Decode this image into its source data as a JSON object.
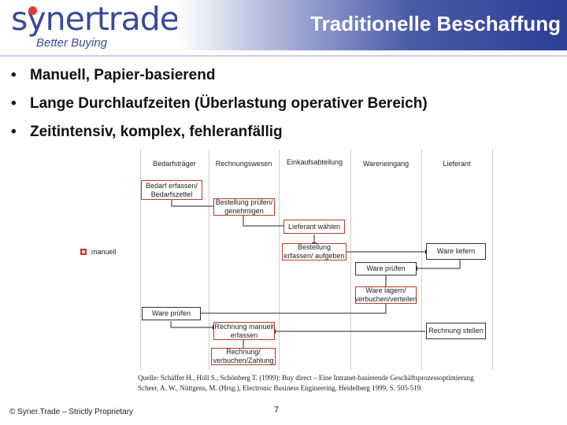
{
  "logo": {
    "name": "synertrade",
    "tagline": "Better Buying"
  },
  "title": "Traditionelle Beschaffung",
  "bullets": [
    "Manuell, Papier-basierend",
    "Lange Durchlaufzeiten (Überlastung operativer Bereich)",
    "Zeitintensiv, komplex, fehleranfällig"
  ],
  "diagram": {
    "columns": [
      "Bedarfsträger",
      "Rechnungswesen",
      "Einkaufsabteilung",
      "Wareneingang",
      "Lieferant"
    ],
    "steps": [
      {
        "lane": "Bedarfsträger",
        "text": "Bedarf erfassen/ Bedarfszettel"
      },
      {
        "lane": "Rechnungswesen",
        "text": "Bestellung prüfen/ genehmigen"
      },
      {
        "lane": "Einkaufsabteilung",
        "text": "Lieferant wählen"
      },
      {
        "lane": "Einkaufsabteilung",
        "text": "Bestellung erfassen/ aufgeben"
      },
      {
        "lane": "Lieferant",
        "text": "Ware liefern"
      },
      {
        "lane": "Wareneingang",
        "text": "Ware prüfen"
      },
      {
        "lane": "Wareneingang",
        "text": "Ware lagern/ verbuchen/verteilen"
      },
      {
        "lane": "Bedarfsträger",
        "text": "Ware prüfen"
      },
      {
        "lane": "Rechnungswesen",
        "text": "Rechnung manuell erfassen"
      },
      {
        "lane": "Lieferant",
        "text": "Rechnung stellen"
      },
      {
        "lane": "Rechnungswesen",
        "text": "Rechnung/ verbuchen/Zahlung"
      }
    ],
    "legend": "manuell",
    "accent_color": "#c0392b"
  },
  "source": {
    "line1": "Quelle: Schäffer H., Höll S., Schönberg T. (1999): Buy direct – Eine Intranet-basierende Geschäftsprozessoptimierung",
    "line2": "Scheer, A. W., Nüttgens, M. (Hrsg.), Electronic Business Engineering, Heidelberg 1999, S. 505-519."
  },
  "footer": {
    "copyright": "© Syner.Trade – Strictly Proprietary",
    "page_number": "7"
  }
}
